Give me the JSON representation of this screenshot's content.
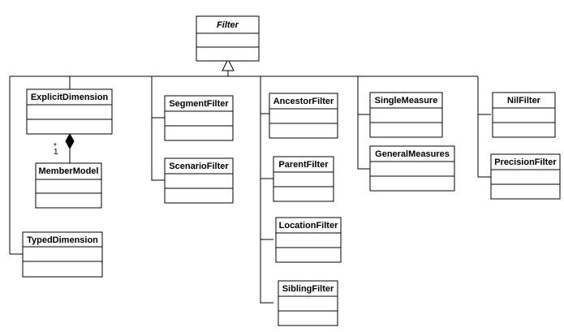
{
  "classes": {
    "filter": "Filter",
    "explicit_dimension": "ExplicitDimension",
    "member_model": "MemberModel",
    "typed_dimension": "TypedDimension",
    "segment_filter": "SegmentFilter",
    "scenario_filter": "ScenarioFilter",
    "ancestor_filter": "AncestorFilter",
    "parent_filter": "ParentFilter",
    "location_filter": "LocationFilter",
    "sibling_filter": "SiblingFilter",
    "single_measure": "SingleMeasure",
    "general_measures": "GeneralMeasures",
    "nil_filter": "NilFilter",
    "precision_filter": "PrecisionFilter"
  },
  "composition": {
    "multiplicity_many": "*",
    "multiplicity_one": "1"
  }
}
